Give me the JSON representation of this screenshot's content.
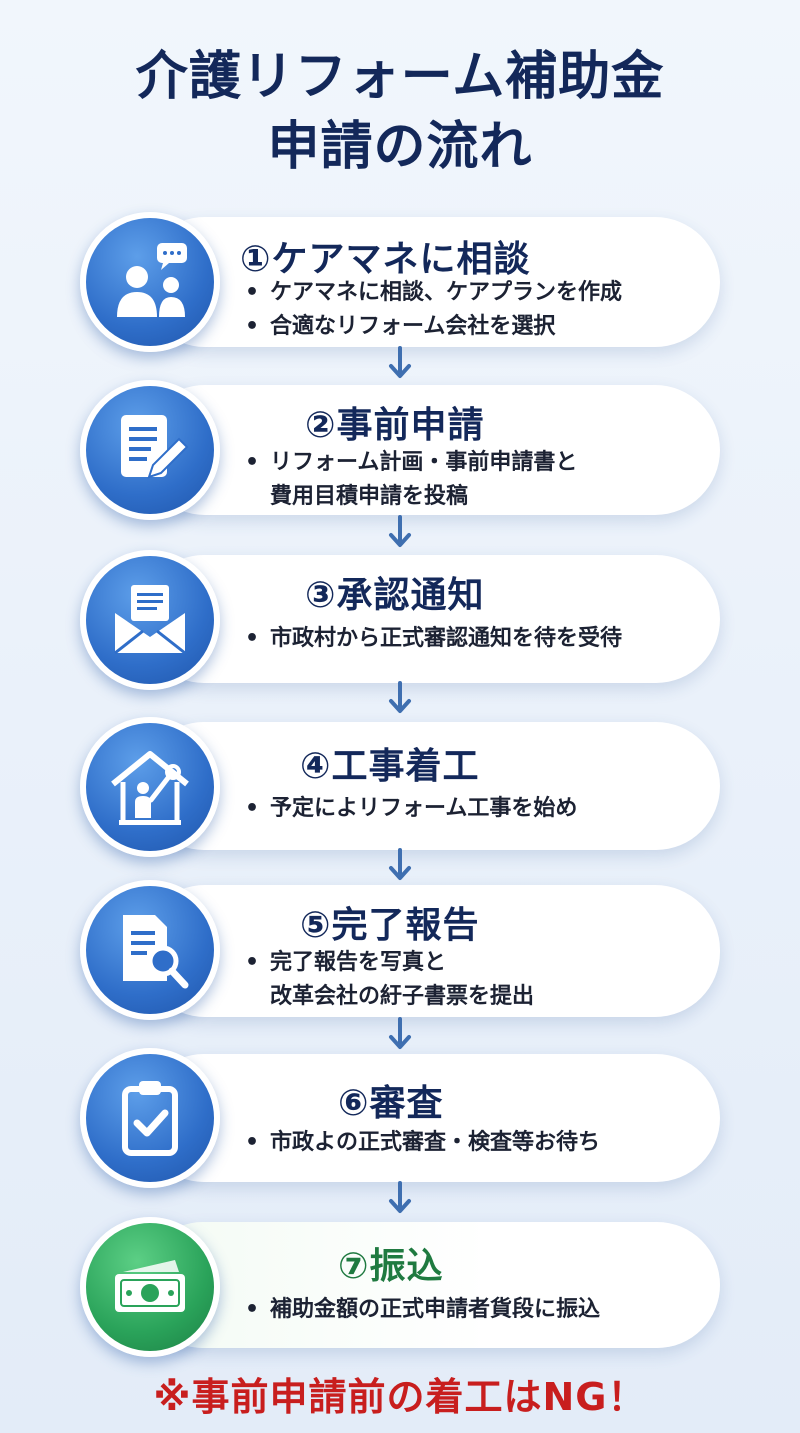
{
  "title": {
    "line1": "介護リフォーム補助金",
    "line2": "申請の流れ"
  },
  "steps": [
    {
      "heading": "①ケアマネに相談",
      "icon": "consultation-icon",
      "bullets": [
        "ケアマネに相談、ケアプランを作成",
        "合適なリフォーム会社を選択"
      ]
    },
    {
      "heading": "②事前申請",
      "icon": "document-edit-icon",
      "bullets": [
        "リフォーム計画・事前申請書と",
        "費用目積申請を投稿"
      ]
    },
    {
      "heading": "③承認通知",
      "icon": "mail-envelope-icon",
      "bullets": [
        "市政村から正式審認通知を待を受待"
      ]
    },
    {
      "heading": "④工事着工",
      "icon": "house-construction-icon",
      "bullets": [
        "予定によリフォーム工事を始め"
      ]
    },
    {
      "heading": "⑤完了報告",
      "icon": "report-search-icon",
      "bullets": [
        "完了報告を写真と",
        "改革会社の紆子書票を提出"
      ]
    },
    {
      "heading": "⑥審査",
      "icon": "clipboard-check-icon",
      "bullets": [
        "市政よの正式審査・検査等お待ち"
      ]
    },
    {
      "heading": "⑦振込",
      "icon": "money-bills-icon",
      "bullets": [
        "補助金額の正式申請者貨段に振込"
      ]
    }
  ],
  "warning": "※事前申請前の着工はNG！",
  "colors": {
    "title": "#13285a",
    "icon_blue": "#2f6ec9",
    "icon_green": "#2aa35a",
    "warning": "#c81e1e",
    "arrow": "#3f6fb0"
  }
}
